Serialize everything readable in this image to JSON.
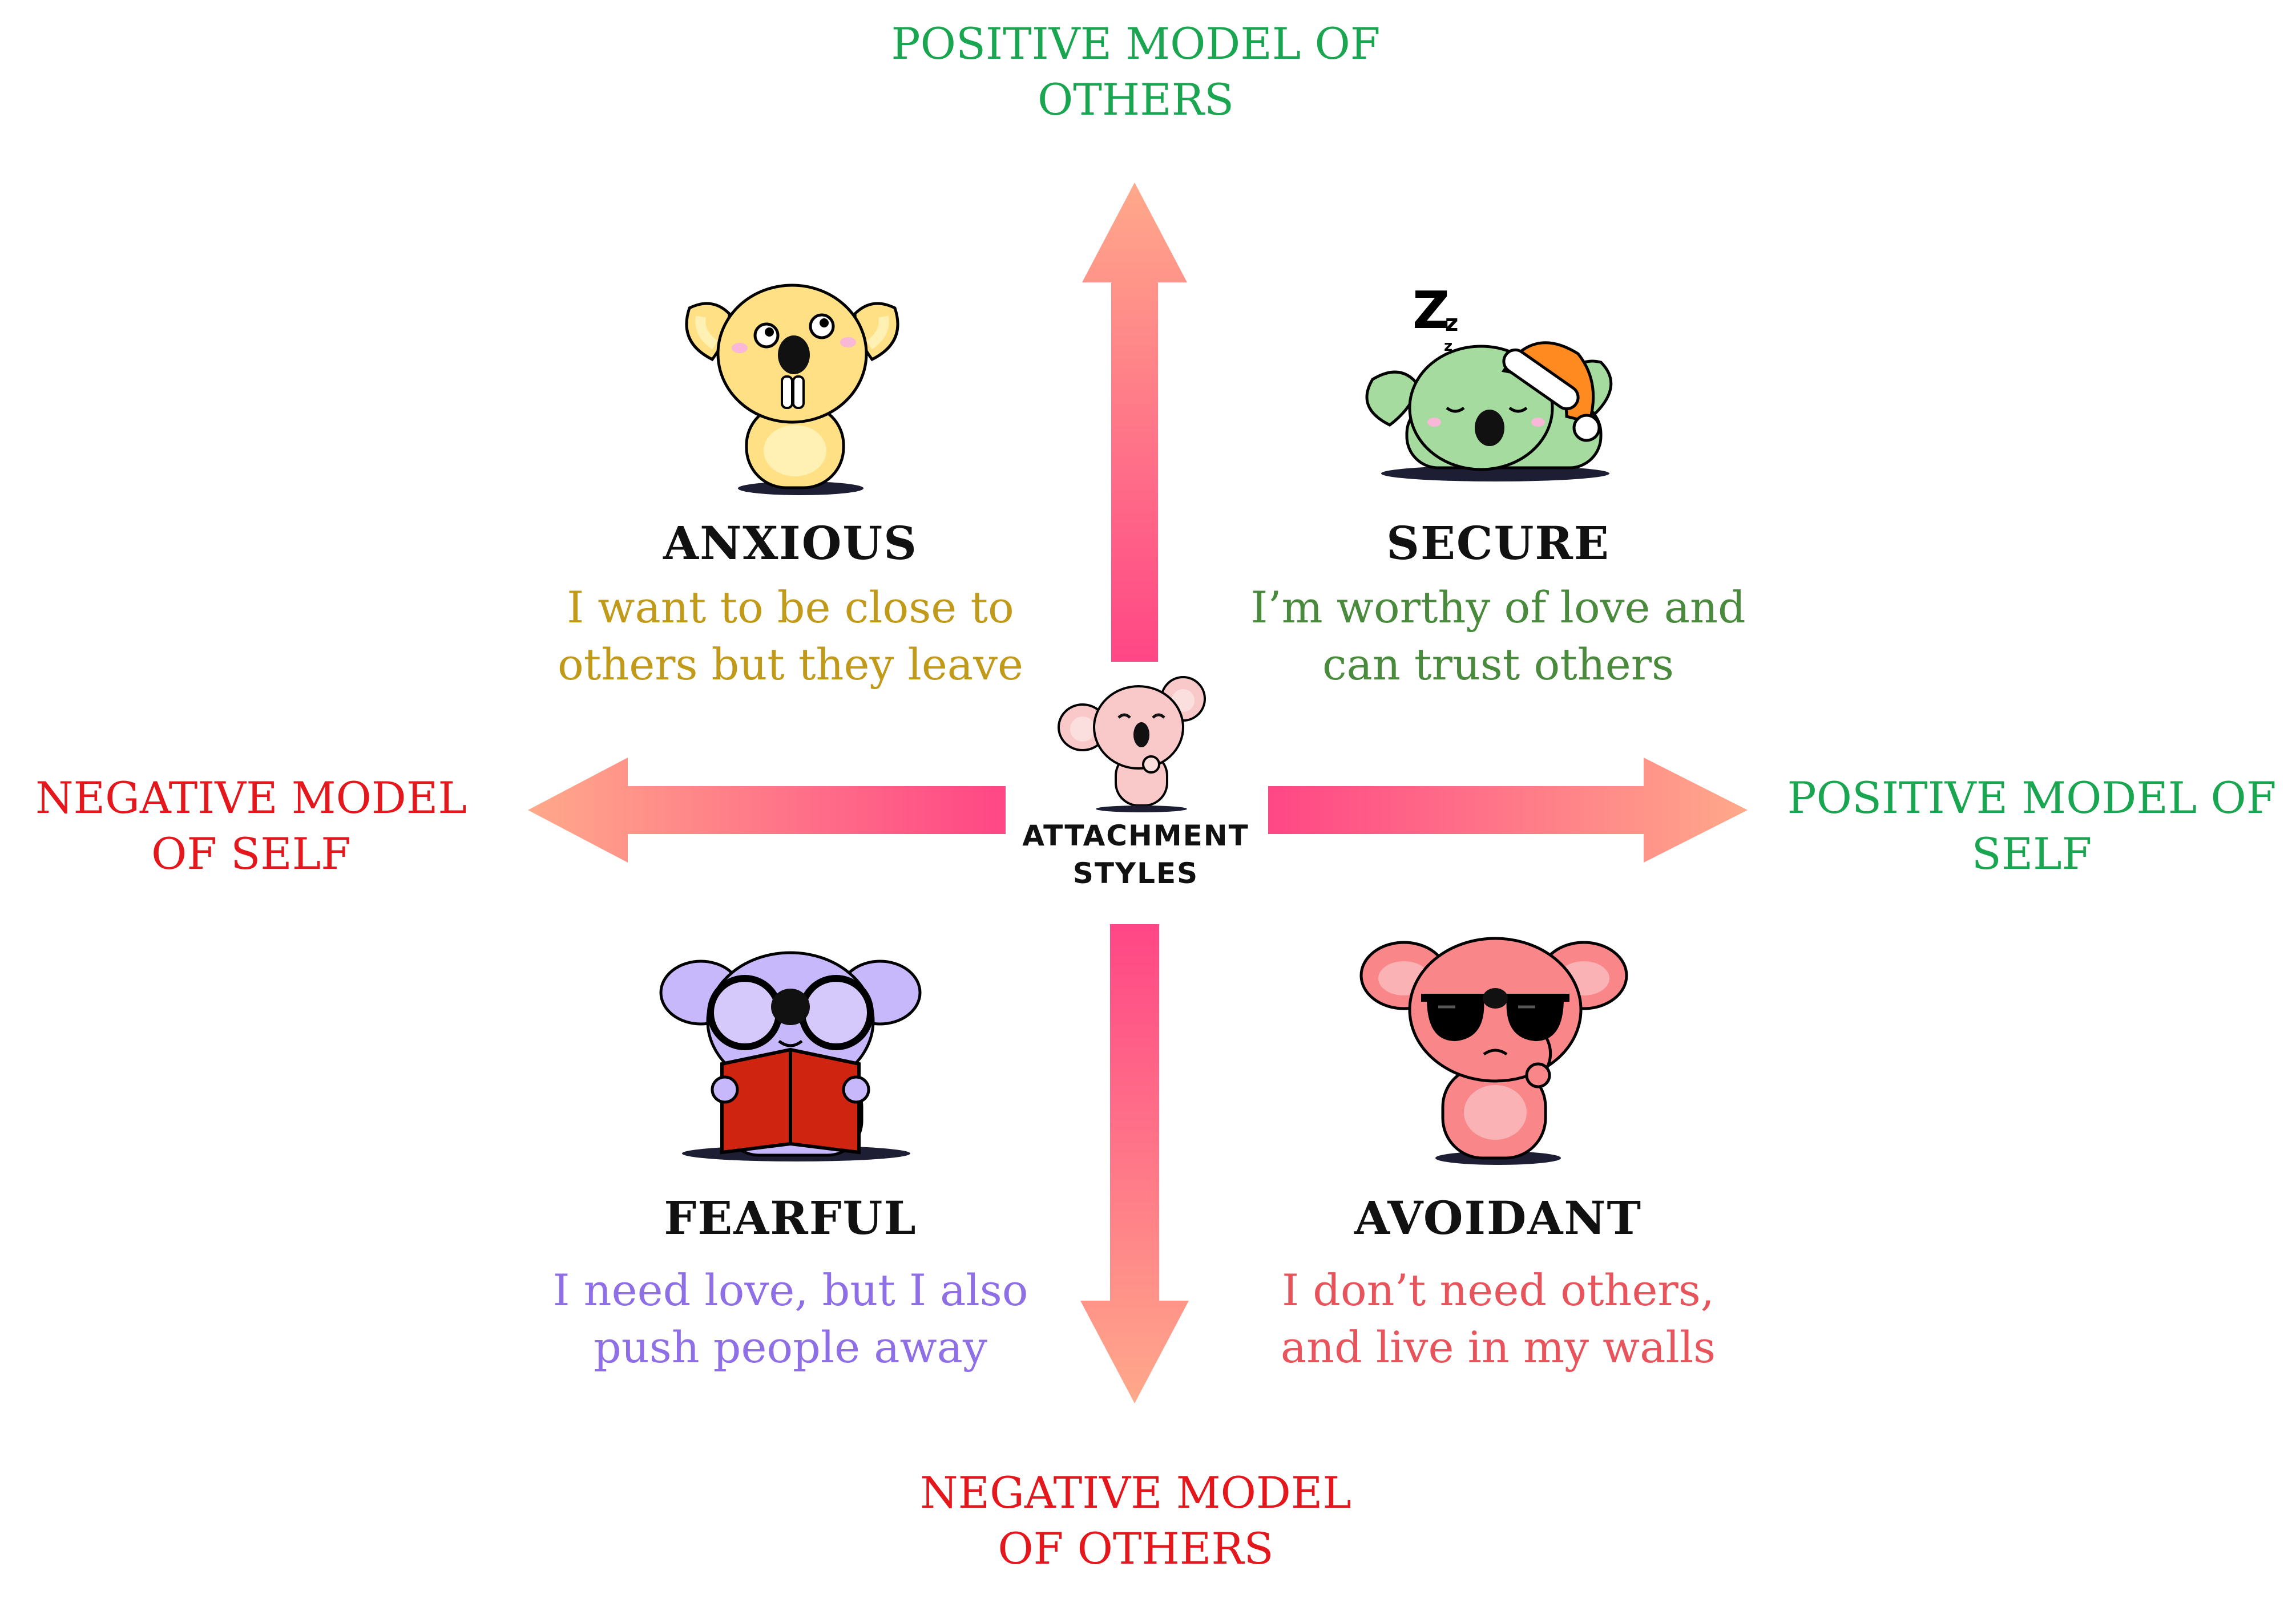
{
  "axes": {
    "top": {
      "lines": [
        "POSITIVE MODEL OF",
        "OTHERS"
      ],
      "color": "#1aa651"
    },
    "bottom": {
      "lines": [
        "NEGATIVE MODEL",
        "OF OTHERS"
      ],
      "color": "#e3171c"
    },
    "left": {
      "lines": [
        "NEGATIVE MODEL",
        "OF SELF"
      ],
      "color": "#e3171c"
    },
    "right": {
      "lines": [
        "POSITIVE MODEL OF",
        "SELF"
      ],
      "color": "#1aa651"
    }
  },
  "center": {
    "lines": [
      "ATTACHMENT",
      "STYLES"
    ],
    "icon": "thinking-koala-icon"
  },
  "quadrants": {
    "anxious": {
      "title": "ANXIOUS",
      "lines": [
        "I want to be close to",
        "others but they leave"
      ],
      "color": "#c29a1a",
      "icon": "anxious-koala-icon"
    },
    "secure": {
      "title": "SECURE",
      "lines": [
        "I’m worthy of love and",
        "can trust others"
      ],
      "color": "#4a8a3c",
      "icon": "sleeping-koala-icon"
    },
    "fearful": {
      "title": "FEARFUL",
      "lines": [
        "I need love, but I also",
        "push people away"
      ],
      "color": "#8f6fe6",
      "icon": "reading-koala-icon"
    },
    "avoidant": {
      "title": "AVOIDANT",
      "lines": [
        "I don’t need others,",
        "and live in my walls"
      ],
      "color": "#e8545c",
      "icon": "sunglasses-koala-icon"
    }
  },
  "colors": {
    "arrow_light": "#ffa98a",
    "arrow_dark": "#ff4686"
  }
}
